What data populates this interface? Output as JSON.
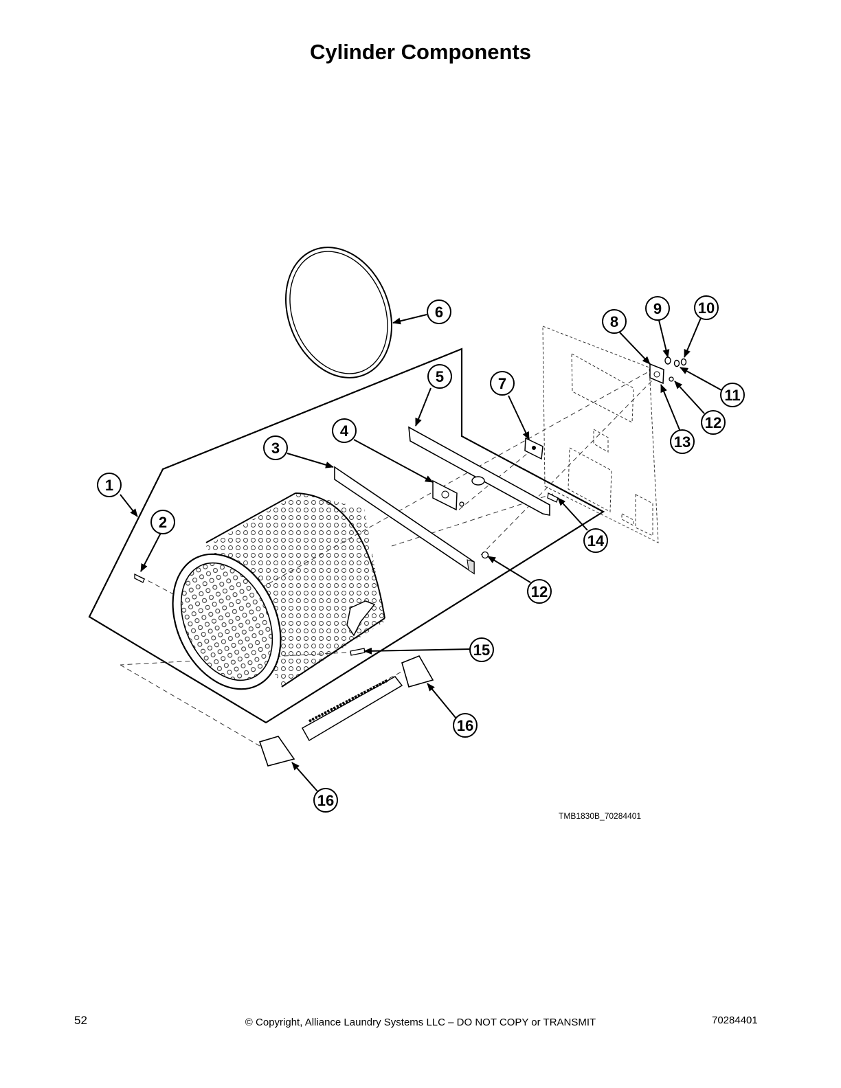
{
  "page": {
    "title": "Cylinder Components",
    "figure_code": "TMB1830B_70284401",
    "footer": {
      "page_number": "52",
      "copyright": "© Copyright, Alliance Laundry Systems LLC – DO NOT COPY or TRANSMIT",
      "doc_number": "70284401"
    }
  },
  "callouts": [
    "1",
    "2",
    "3",
    "4",
    "5",
    "6",
    "7",
    "8",
    "9",
    "10",
    "11",
    "12",
    "12",
    "13",
    "14",
    "15",
    "16",
    "16"
  ]
}
